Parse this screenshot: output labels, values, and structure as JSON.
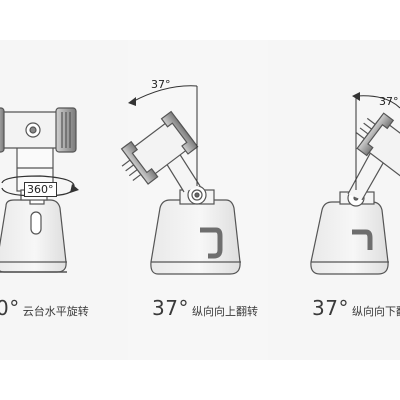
{
  "panels": [
    {
      "angle": "360°",
      "caption_value": "0°",
      "caption_text": "云台水平旋转"
    },
    {
      "angle": "37°",
      "caption_value": "37°",
      "caption_text": "纵向向上翻转"
    },
    {
      "angle": "37°",
      "caption_value": "37°",
      "caption_text": "纵向向下翻"
    }
  ],
  "colors": {
    "line": "#555555",
    "body_fill": "#f2f2f2",
    "shade": "#6e6e6e",
    "accent_dark": "#3c3c3c",
    "panel_bg": "#f6f6f6"
  },
  "icons": [
    "rotation-arrow-icon",
    "angle-arc-icon"
  ]
}
